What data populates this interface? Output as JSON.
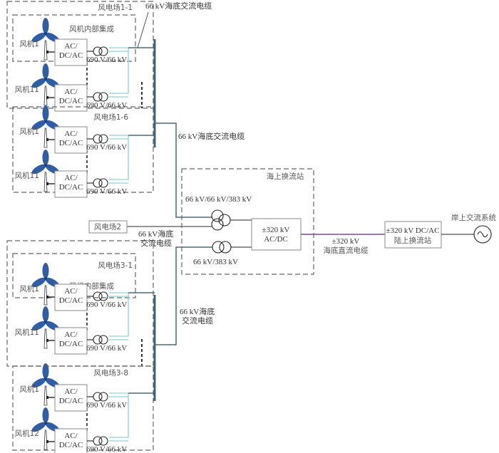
{
  "diagram": {
    "colors": {
      "bus": "#3f6478",
      "collector": "#8fd0dc",
      "dc_cable": "#7b4a8f",
      "turbine_blade": "#2f5ea6"
    },
    "cable_labels": {
      "top_cable": "66 kV海底交流电缆",
      "mid_cable": "66 kV海底交流电缆",
      "farm2_cable_l1": "66 kV海底",
      "farm2_cable_l2": "交流电缆",
      "bottom_cable_l1": "66 kV海底",
      "bottom_cable_l2": "交流电缆",
      "dc_cable_l1": "±320 kV",
      "dc_cable_l2": "海底直流电缆"
    },
    "groups": [
      {
        "farm_label": "风电场1-1",
        "inner_label": "风机内部集成",
        "turbines": [
          {
            "label": "风机1"
          },
          {
            "label": "风机11"
          }
        ]
      },
      {
        "farm_label": "风电场1-6",
        "inner_label": "",
        "turbines": [
          {
            "label": "风机1"
          },
          {
            "label": "风机11"
          }
        ]
      },
      {
        "farm_label": "风电场3-1",
        "inner_label": "风机内部集成",
        "turbines": [
          {
            "label": "风机1"
          },
          {
            "label": "风机11"
          }
        ]
      },
      {
        "farm_label": "风电场3-8",
        "inner_label": "",
        "turbines": [
          {
            "label": "风机1"
          },
          {
            "label": "风机12"
          }
        ]
      }
    ],
    "converter_l1": "AC/",
    "converter_l2": "DC/AC",
    "turbine_transformer": "690 V/66 kV",
    "farm2": "风电场2",
    "offshore_station": {
      "label": "海上换流站",
      "three_winding": "66 kV/66 kV/383 kV",
      "two_winding": "66 kV/383 kV",
      "converter_l1": "±320 kV",
      "converter_l2": "AC/DC"
    },
    "onshore_station": {
      "l1": "±320 kV DC/AC",
      "l2": "陆上换流站"
    },
    "grid_label": "岸上交流系统"
  }
}
